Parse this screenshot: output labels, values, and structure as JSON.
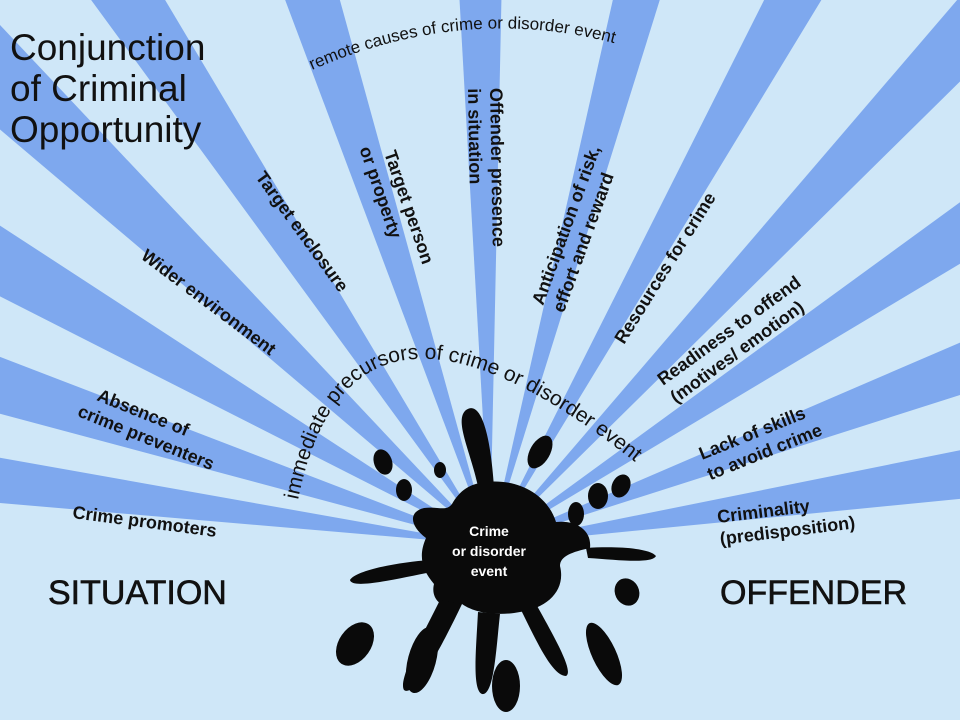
{
  "title_lines": [
    "Conjunction",
    "of Criminal",
    "Opportunity"
  ],
  "arc_outer": "remote causes of crime or  disorder event",
  "arc_inner": "immediate precursors of crime or disorder event",
  "center_lines": [
    "Crime",
    "or disorder",
    "event"
  ],
  "situation_label": "SITUATION",
  "offender_label": "OFFENDER",
  "ray_labels": [
    {
      "id": "crime-promoters",
      "lines": [
        "Crime promoters"
      ]
    },
    {
      "id": "absence-of-crime-preventers",
      "lines": [
        "Absence of",
        "crime preventers"
      ]
    },
    {
      "id": "wider-environment",
      "lines": [
        "Wider environment"
      ]
    },
    {
      "id": "target-enclosure",
      "lines": [
        "Target enclosure"
      ]
    },
    {
      "id": "target-person-or-property",
      "lines": [
        "Target person",
        "or property"
      ]
    },
    {
      "id": "offender-presence-in-situation",
      "lines": [
        "Offender presence",
        "in situation"
      ]
    },
    {
      "id": "anticipation-of-risk-effort-reward",
      "lines": [
        "Anticipation of risk,",
        "effort and reward"
      ]
    },
    {
      "id": "resources-for-crime",
      "lines": [
        "Resources for crime"
      ]
    },
    {
      "id": "readiness-to-offend",
      "lines": [
        "Readiness to offend",
        "(motives/ emotion)"
      ]
    },
    {
      "id": "lack-of-skills-to-avoid-crime",
      "lines": [
        "Lack of skills",
        "to avoid crime"
      ]
    },
    {
      "id": "criminality-predisposition",
      "lines": [
        "Criminality",
        "(predisposition)"
      ]
    }
  ],
  "colors": {
    "background": "#cfe7f8",
    "ray": "#7ea8ee",
    "splat": "#0a0a0a",
    "text": "#111111",
    "center_text": "#ffffff"
  }
}
